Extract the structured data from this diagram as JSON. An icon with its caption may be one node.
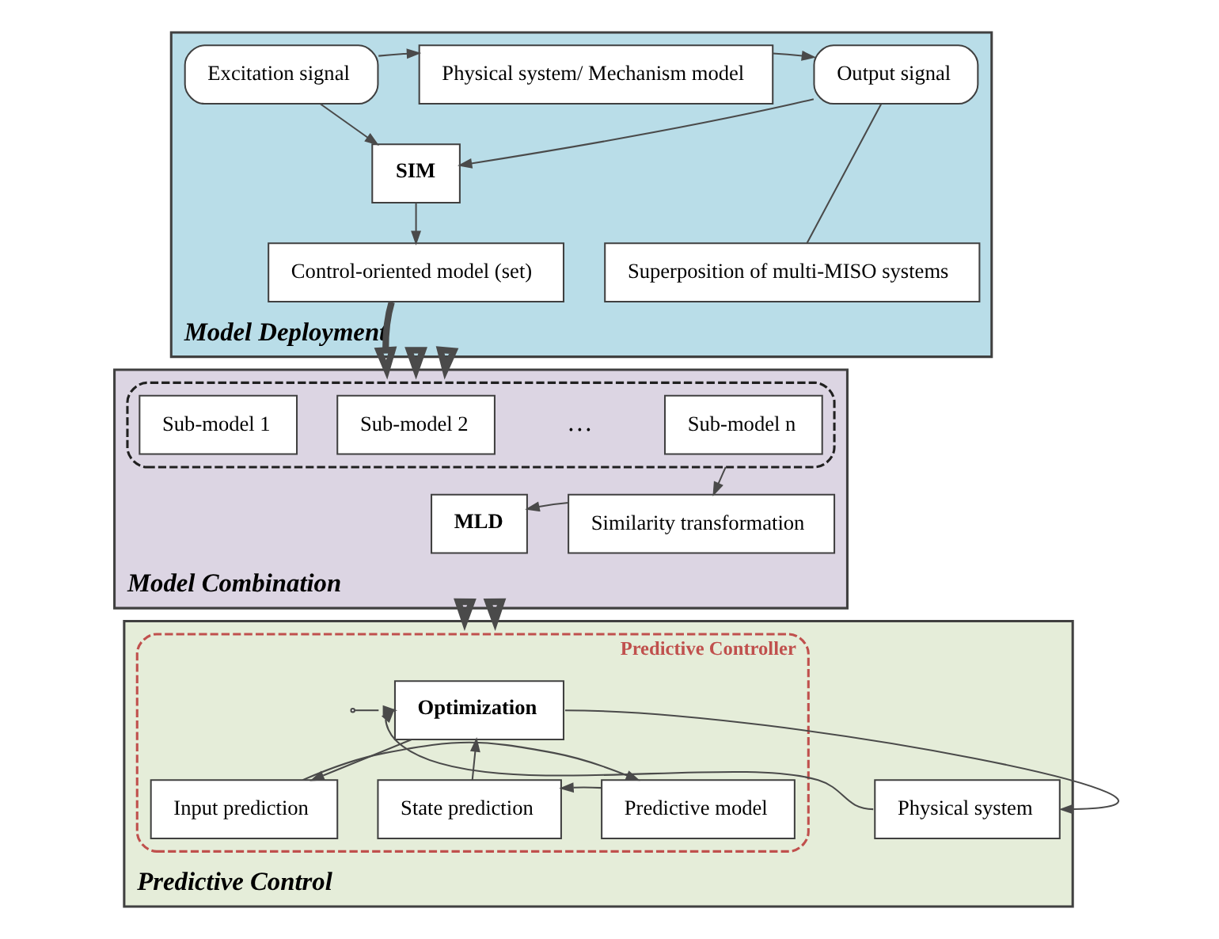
{
  "diagram": {
    "nodes": [
      {
        "text": [
          "Model Deployment"
        ]
      },
      {
        "text": [
          "Excitation signal"
        ],
        "in": 0
      },
      {
        "text": [
          "Physical system/ Mechanism model"
        ],
        "in": 0
      },
      {
        "text": [
          "Output signal"
        ],
        "in": 0
      },
      {
        "text": [
          "SIM"
        ],
        "in": 0
      },
      {
        "text": [
          "Control-oriented model (set)"
        ],
        "in": 0
      },
      {
        "text": [
          "Superposition of multi-MISO systems"
        ],
        "in": 0
      },
      {
        "text": [
          "Model Combination"
        ]
      },
      {
        "text": [],
        "shape": "box",
        "in": 7
      },
      {
        "text": [
          "Sub-model 1"
        ],
        "in": 8
      },
      {
        "text": [
          "Sub-model 2"
        ],
        "in": 8
      },
      {
        "text": [
          "Sub-model n"
        ],
        "in": 8
      },
      {
        "text": [
          "Similarity transformation"
        ],
        "in": 7
      },
      {
        "text": [
          "MLD"
        ],
        "in": 7
      },
      {
        "text": [
          "Predictive Control"
        ]
      },
      {
        "text": [
          "Predictive Controller"
        ],
        "in": 14
      },
      {
        "text": [
          "Optimization"
        ],
        "in": 15
      },
      {
        "text": [
          "Input prediction"
        ],
        "in": 15
      },
      {
        "text": [
          "Predictive model"
        ],
        "in": 15
      },
      {
        "text": [
          "State prediction"
        ],
        "in": 15
      },
      {
        "text": [
          "Physical system"
        ],
        "in": 14
      }
    ],
    "edges": [
      {
        "from": 1,
        "to": 2,
        "arrow": "to"
      },
      {
        "from": 2,
        "to": 3,
        "arrow": "to"
      },
      {
        "from": 1,
        "to": 4,
        "arrow": "to"
      },
      {
        "from": 3,
        "to": 4,
        "arrow": "to"
      },
      {
        "from": 4,
        "to": 5,
        "arrow": "to"
      },
      {
        "from": 3,
        "to": 6,
        "arrow": "none"
      },
      {
        "from": 5,
        "to": 7,
        "arrow": "to",
        "style": "thick"
      },
      {
        "from": 0,
        "to": 7,
        "arrow": "to",
        "style": "thick"
      },
      {
        "from": 0,
        "to": 7,
        "arrow": "to",
        "style": "thick"
      },
      {
        "from": 8,
        "to": 12,
        "arrow": "to"
      },
      {
        "from": 12,
        "to": 13,
        "arrow": "to"
      },
      {
        "from": 7,
        "to": 14,
        "arrow": "to",
        "style": "thick"
      },
      {
        "from": 7,
        "to": 14,
        "arrow": "to",
        "style": "thick"
      },
      {
        "from": null,
        "to": 16,
        "arrow": "to"
      },
      {
        "from": 20,
        "to": 16,
        "arrow": "to"
      },
      {
        "from": 19,
        "to": 16,
        "arrow": "to"
      },
      {
        "from": 16,
        "to": 17,
        "arrow": "to"
      },
      {
        "from": 17,
        "to": 18,
        "arrow": "to"
      },
      {
        "from": 18,
        "to": 19,
        "arrow": "to"
      },
      {
        "from": 16,
        "to": 20,
        "arrow": "to"
      }
    ],
    "labels": [
      "…"
    ]
  }
}
